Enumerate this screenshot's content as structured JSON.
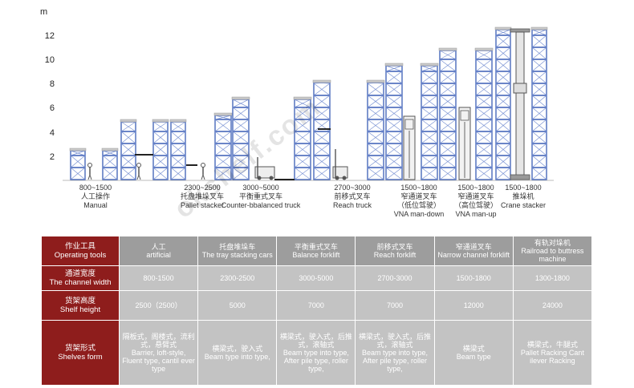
{
  "chart": {
    "unit": "m",
    "y_ticks": [
      "12",
      "10",
      "8",
      "6",
      "4",
      "2"
    ],
    "captions": [
      {
        "range": "800~1500",
        "cn": "人工操作",
        "en": "Manual"
      },
      {
        "range": "2300~2500",
        "cn": "托盘堆垛叉车",
        "en": "Pallet stacker"
      },
      {
        "range": "3000~5000",
        "cn": "平衡重式叉车",
        "en": "Counter-bbalanced truck"
      },
      {
        "range": "2700~3000",
        "cn": "前移式叉车",
        "en": "Reach truck"
      },
      {
        "range": "1500~1800",
        "cn": "窄通道叉车",
        "sub": "（低位驾驶）",
        "en": "VNA man-down"
      },
      {
        "range": "1500~1800",
        "cn": "窄通道叉车",
        "sub": "（高位驾驶）",
        "en": "VNA man-up"
      },
      {
        "range": "1500~1800",
        "cn": "推垛机",
        "en": "Crane stacker"
      }
    ],
    "watermark": "okshelf.com"
  },
  "table": {
    "rows": [
      {
        "head_cn": "作业工具",
        "head_en": "Operating tools",
        "cells": [
          {
            "cn": "人工",
            "en": "artificial"
          },
          {
            "cn": "托盘堆垛车",
            "en": "The tray stacking cars"
          },
          {
            "cn": "平衡重式叉车",
            "en": "Balance forklift"
          },
          {
            "cn": "前移式叉车",
            "en": "Reach forklift"
          },
          {
            "cn": "窄通道叉车",
            "en": "Narrow channel forklift"
          },
          {
            "cn": "有轨对垛机",
            "en": "Railroad to buttress machine"
          }
        ]
      },
      {
        "head_cn": "通道宽度",
        "head_en": "The channel width",
        "cells": [
          "800-1500",
          "2300-2500",
          "3000-5000",
          "2700-3000",
          "1500-1800",
          "1300-1800"
        ]
      },
      {
        "head_cn": "货架高度",
        "head_en": "Shelf height",
        "cells": [
          "2500（2500）",
          "5000",
          "7000",
          "7000",
          "12000",
          "24000"
        ]
      },
      {
        "head_cn": "货架形式",
        "head_en": "Shelves form",
        "cells": [
          {
            "cn": "隔板式，阁楼式，流利式，悬臂式",
            "en": "Barrier, loft-style, Fluent type, cantil ever type"
          },
          {
            "cn": "横梁式，驶入式",
            "en": "Beam type into type,"
          },
          {
            "cn": "横梁式，驶入式，后推式，滚轴式",
            "en": "Beam type into type, After pile type, roller type,"
          },
          {
            "cn": "横梁式，驶入式，后推式，滚轴式",
            "en": "Beam type into type, After pile type, roller type,"
          },
          {
            "cn": "横梁式",
            "en": "Beam type"
          },
          {
            "cn": "横梁式，牛腿式",
            "en": "Pallet Racking Cant ilever Racking"
          }
        ]
      }
    ]
  }
}
